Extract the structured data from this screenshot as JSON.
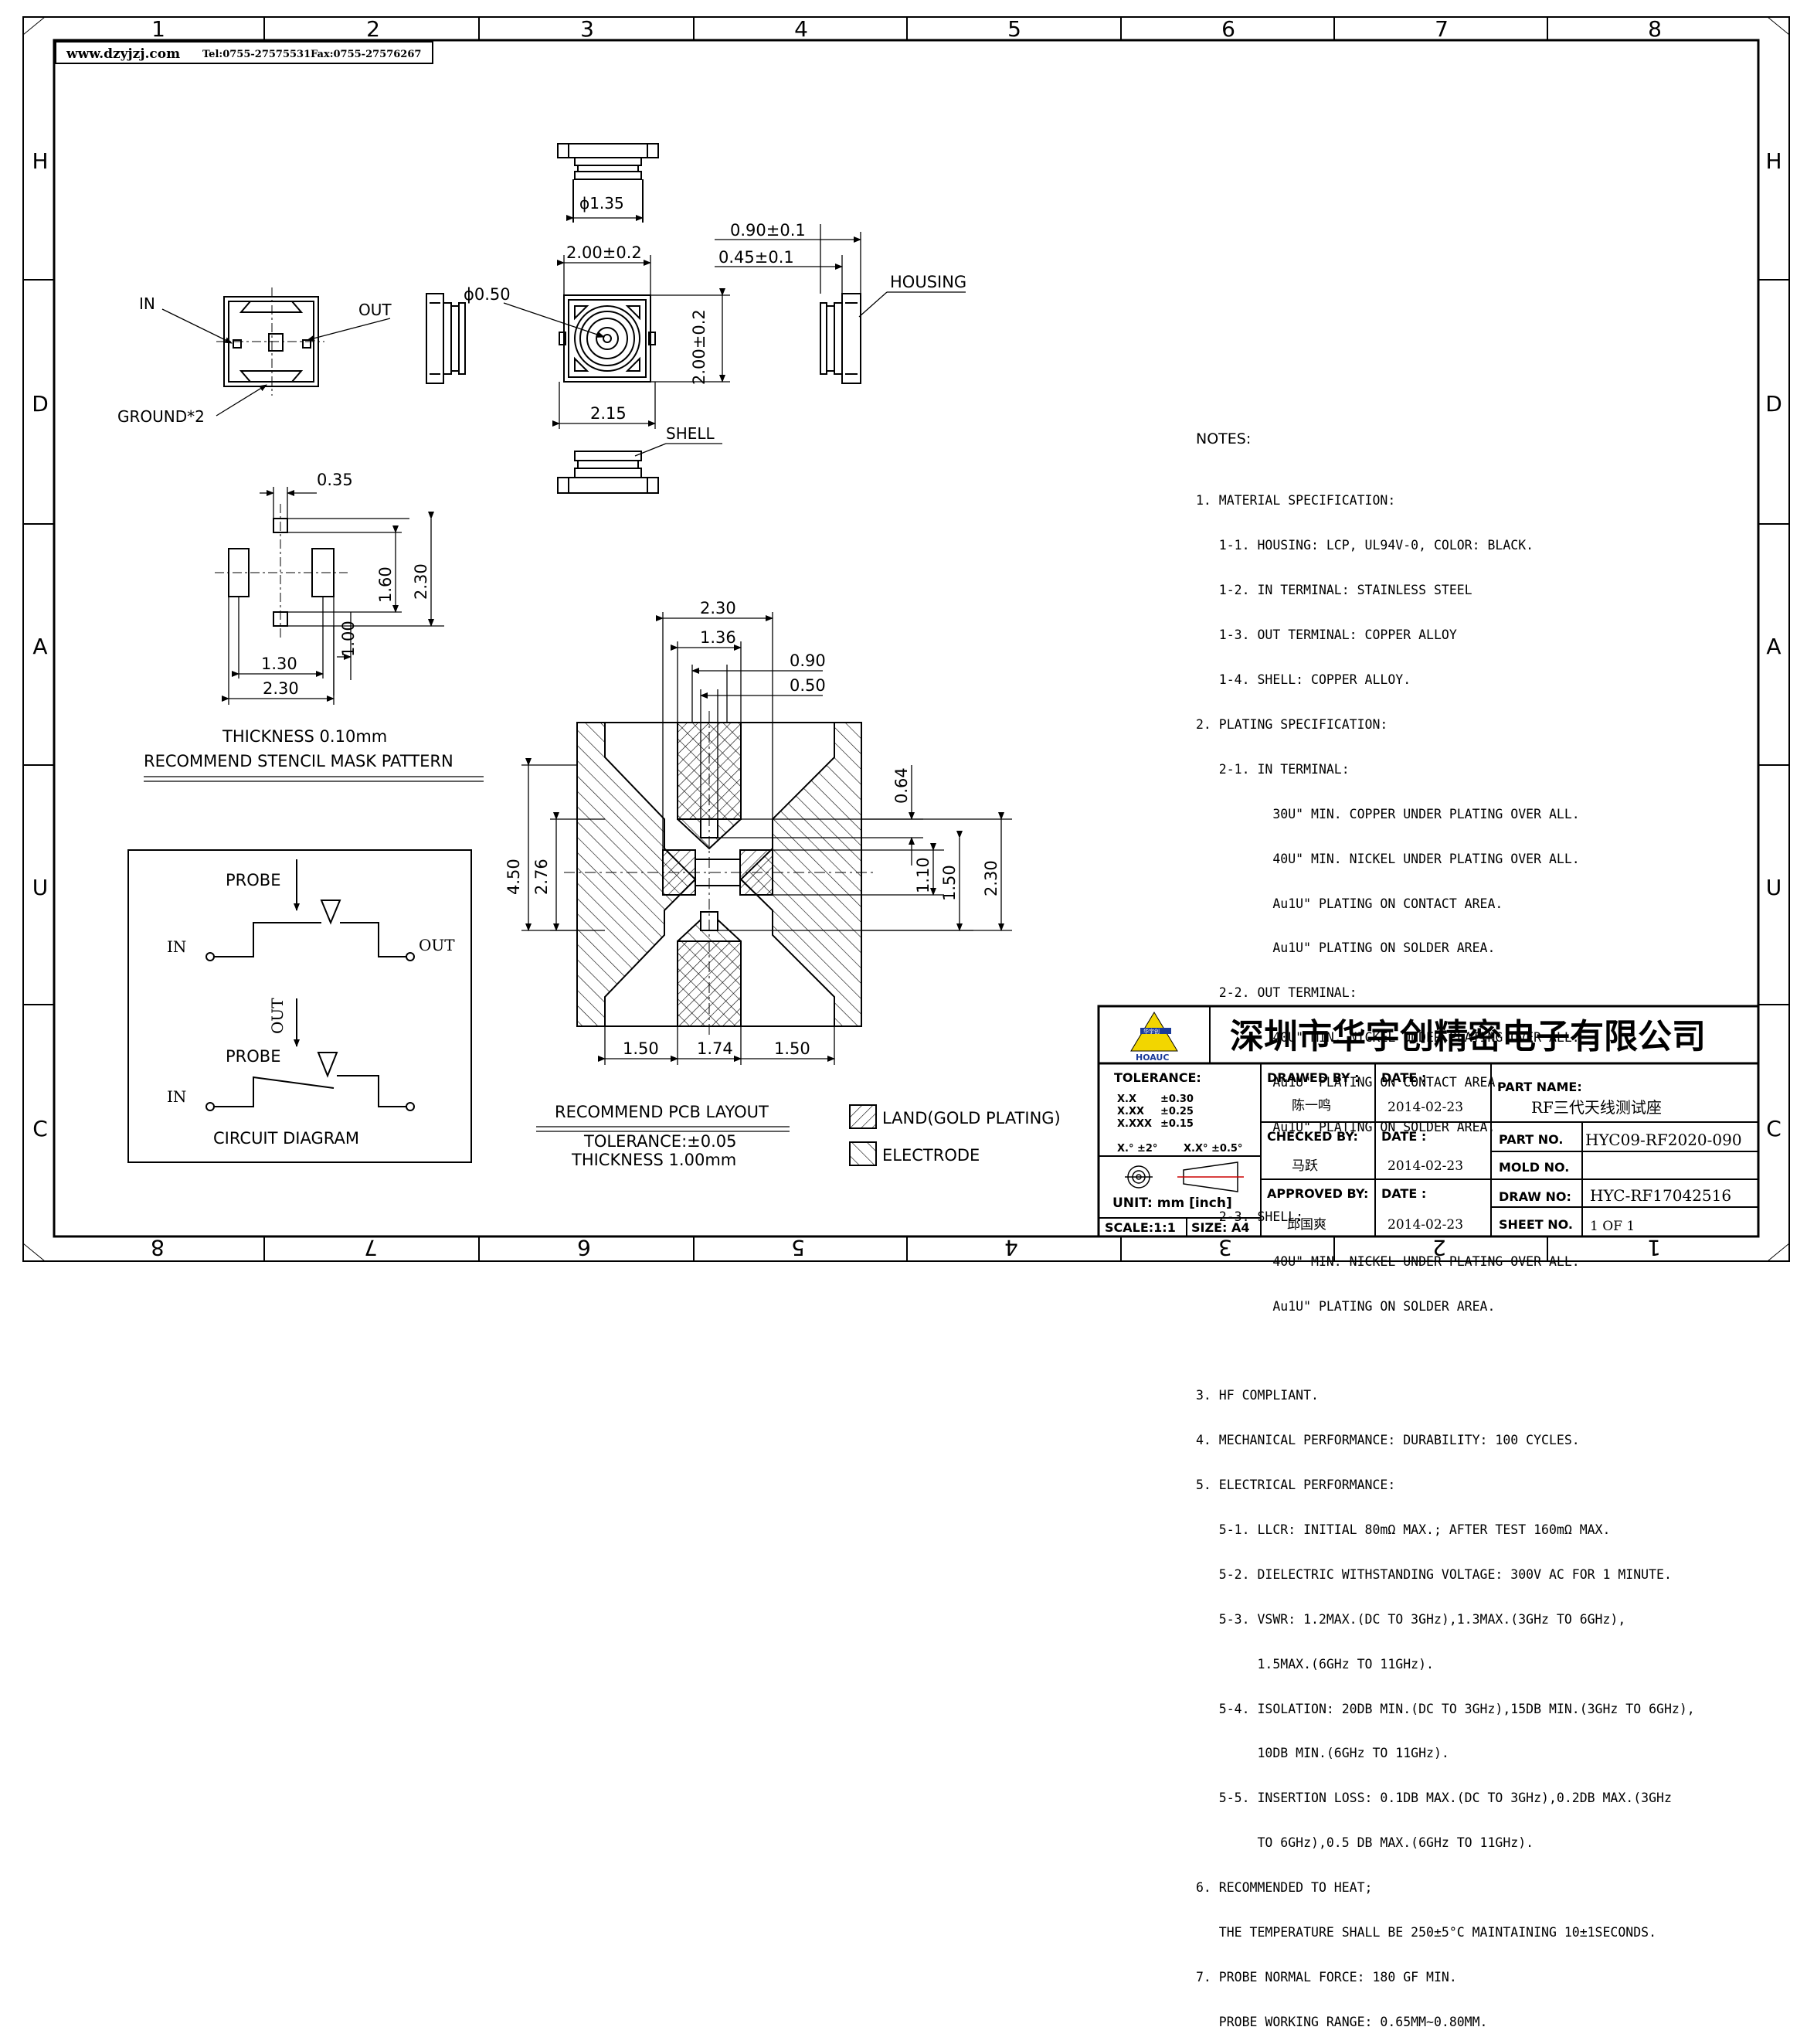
{
  "header": {
    "website": "www.dzyjzj.com",
    "tel": "Tel:0755-27575531",
    "fax": "Fax:0755-27576267"
  },
  "frame": {
    "columns_top": [
      "1",
      "2",
      "3",
      "4",
      "5",
      "6",
      "7",
      "8"
    ],
    "columns_bottom": [
      "8",
      "7",
      "6",
      "5",
      "4",
      "3",
      "2",
      "1"
    ],
    "rows_left": [
      "H",
      "D",
      "A",
      "U",
      "C"
    ],
    "rows_right": [
      "H",
      "D",
      "A",
      "U",
      "C"
    ]
  },
  "top_views": {
    "dia_top": "ϕ1.35",
    "dia_center": "ϕ0.50",
    "width": "2.00±0.2",
    "height": "2.00±0.2",
    "base_width": "2.15",
    "side_1": "0.90±0.1",
    "side_2": "0.45±0.1",
    "housing_label": "HOUSING",
    "shell_label": "SHELL",
    "in_label": "IN",
    "out_label": "OUT",
    "ground_label": "GROUND*2"
  },
  "stencil": {
    "dim_035": "0.35",
    "dim_160": "1.60",
    "dim_230v": "2.30",
    "dim_100": "1.00",
    "dim_130": "1.30",
    "dim_230h": "2.30",
    "thickness": "THICKNESS 0.10mm",
    "title": "RECOMMEND STENCIL MASK PATTERN"
  },
  "circuit": {
    "probe_1": "PROBE",
    "probe_2": "PROBE",
    "in_1": "IN",
    "in_2": "IN",
    "out_1": "OUT",
    "out_2": "OUT",
    "title": "CIRCUIT DIAGRAM"
  },
  "pcb": {
    "dim_top_230": "2.30",
    "dim_top_136": "1.36",
    "dim_090": "0.90",
    "dim_050": "0.50",
    "dim_064": "0.64",
    "dim_450": "4.50",
    "dim_276": "2.76",
    "dim_110": "1.10",
    "dim_150v": "1.50",
    "dim_230r": "2.30",
    "dim_b1": "1.50",
    "dim_b2": "1.74",
    "dim_b3": "1.50",
    "title": "RECOMMEND PCB LAYOUT",
    "tolerance": "TOLERANCE:±0.05",
    "thickness": "THICKNESS 1.00mm",
    "legend_land": "LAND(GOLD PLATING)",
    "legend_electrode": "ELECTRODE"
  },
  "notes": {
    "heading": "NOTES:",
    "lines": [
      "1. MATERIAL SPECIFICATION:",
      "   1-1. HOUSING: LCP, UL94V-0, COLOR: BLACK.",
      "   1-2. IN TERMINAL: STAINLESS STEEL",
      "   1-3. OUT TERMINAL: COPPER ALLOY",
      "   1-4. SHELL: COPPER ALLOY.",
      "2. PLATING SPECIFICATION:",
      "   2-1. IN TERMINAL:",
      "          30U\" MIN. COPPER UNDER PLATING OVER ALL.",
      "          40U\" MIN. NICKEL UNDER PLATING OVER ALL.",
      "          Au1U\" PLATING ON CONTACT AREA.",
      "          Au1U\" PLATING ON SOLDER AREA.",
      "   2-2. OUT TERMINAL:",
      "          40U\" MIN. NICKEL UNDER PLATING OVER ALL.",
      "          Au1U\" PLATING ON CONTACT AREA.",
      "          Au1U\" PLATING ON SOLDER AREA.",
      "",
      "   2-3. SHELL:",
      "          40U\" MIN. NICKEL UNDER PLATING OVER ALL.",
      "          Au1U\" PLATING ON SOLDER AREA.",
      "",
      "3. HF COMPLIANT.",
      "4. MECHANICAL PERFORMANCE: DURABILITY: 100 CYCLES.",
      "5. ELECTRICAL PERFORMANCE:",
      "   5-1. LLCR: INITIAL 80mΩ MAX.; AFTER TEST 160mΩ MAX.",
      "   5-2. DIELECTRIC WITHSTANDING VOLTAGE: 300V AC FOR 1 MINUTE.",
      "   5-3. VSWR: 1.2MAX.(DC TO 3GHz),1.3MAX.(3GHz TO 6GHz),",
      "        1.5MAX.(6GHz TO 11GHz).",
      "   5-4. ISOLATION: 20DB MIN.(DC TO 3GHz),15DB MIN.(3GHz TO 6GHz),",
      "        10DB MIN.(6GHz TO 11GHz).",
      "   5-5. INSERTION LOSS: 0.1DB MAX.(DC TO 3GHz),0.2DB MAX.(3GHz",
      "        TO 6GHz),0.5 DB MAX.(6GHz TO 11GHz).",
      "6. RECOMMENDED TO HEAT;",
      "   THE TEMPERATURE SHALL BE 250±5°C MAINTAINING 10±1SECONDS.",
      "7. PROBE NORMAL FORCE: 180 GF MIN.",
      "   PROBE WORKING RANGE: 0.65MM~0.80MM."
    ]
  },
  "title_block": {
    "company": "深圳市华宇创精密电子有限公司",
    "logo_text": "HOAUC",
    "logo_mark": "华宇创",
    "tolerance_head": "TOLERANCE:",
    "tol_xx_label": "X.X",
    "tol_xx": "±0.30",
    "tol_xxx_label": "X.XX",
    "tol_xxx": "±0.25",
    "tol_xxxx_label": "X.XXX",
    "tol_xxxx": "±0.15",
    "tol_angle1": "X.° ±2°",
    "tol_angle2": "X.X° ±0.5°",
    "unit": "UNIT: mm [inch]",
    "scale": "SCALE:1:1",
    "size": "SIZE: A4",
    "drawed_by_label": "DRAWED BY :",
    "drawed_by": "陈一鸣",
    "checked_by_label": "CHECKED BY:",
    "checked_by": "马跃",
    "approved_by_label": "APPROVED BY:",
    "approved_by": "邱国爽",
    "date_label": "DATE :",
    "date1": "2014-02-23",
    "date2": "2014-02-23",
    "date3": "2014-02-23",
    "part_name_label": "PART NAME:",
    "part_name": "RF三代天线测试座",
    "part_no_label": "PART NO.",
    "part_no": "HYC09-RF2020-090",
    "mold_no_label": "MOLD NO.",
    "mold_no": "",
    "draw_no_label": "DRAW NO:",
    "draw_no": "HYC-RF17042516",
    "sheet_no_label": "SHEET NO.",
    "sheet_no": "1 OF 1"
  },
  "colors": {
    "line": "#000000",
    "logo_yellow": "#f2d600",
    "logo_blue": "#1a3a9a"
  }
}
